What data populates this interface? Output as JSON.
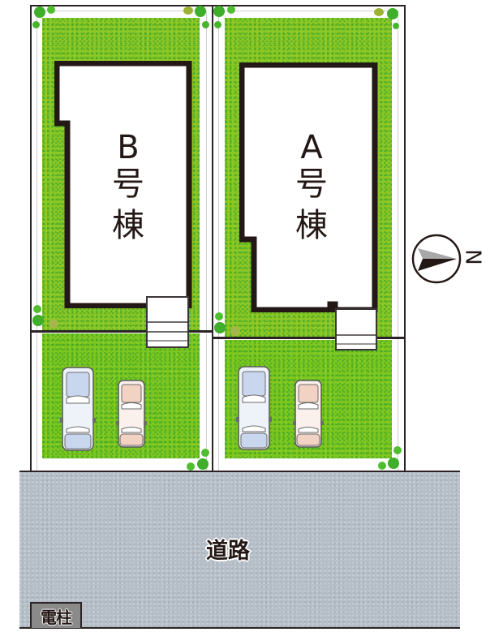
{
  "site_plan": {
    "lots": [
      {
        "id": "B",
        "label_line1": "B",
        "label_line2": "号",
        "label_line3": "棟",
        "full_label": "B号棟",
        "parking_cars": [
          {
            "color_name": "blue",
            "tint": "#c9d7ee"
          },
          {
            "color_name": "pink",
            "tint": "#f2d2c3"
          }
        ]
      },
      {
        "id": "A",
        "label_line1": "A",
        "label_line2": "号",
        "label_line3": "棟",
        "full_label": "A号棟",
        "parking_cars": [
          {
            "color_name": "blue",
            "tint": "#c9d7ee"
          },
          {
            "color_name": "pink",
            "tint": "#f2d2c3"
          }
        ]
      }
    ],
    "road": {
      "label": "道路"
    },
    "utility_pole": {
      "label": "電柱"
    },
    "compass": {
      "direction_label": "N",
      "pointing": "right",
      "icon": "north-arrow-icon"
    },
    "colors": {
      "lawn": "#7ec61f",
      "road": "#b5bec7",
      "wall": "#231815",
      "shrub": "#3fae2a",
      "pole_box": "#8a8a8a"
    }
  }
}
